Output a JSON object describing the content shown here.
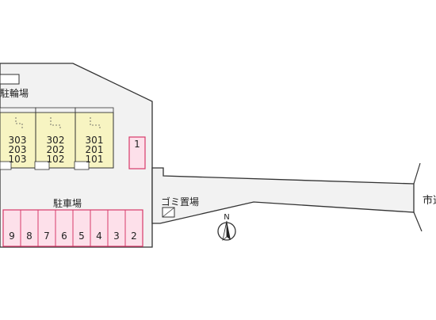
{
  "labels": {
    "bicycle_parking": "駐輪場",
    "parking_lot": "駐車場",
    "garbage_area": "ゴミ置場",
    "north": "N",
    "city_road": "市道"
  },
  "units": [
    {
      "top": "303",
      "mid": "203",
      "bot": "103"
    },
    {
      "top": "302",
      "mid": "202",
      "bot": "102"
    },
    {
      "top": "301",
      "mid": "201",
      "bot": "101"
    }
  ],
  "side_space": "1",
  "parking_spaces": [
    "9",
    "8",
    "7",
    "6",
    "5",
    "4",
    "3",
    "2"
  ],
  "colors": {
    "unit_fill": "#f7f4c2",
    "space_fill": "#fde0ea",
    "space_stroke": "#d83a6a",
    "site_fill": "#f2f2f2",
    "outline": "#333333"
  }
}
